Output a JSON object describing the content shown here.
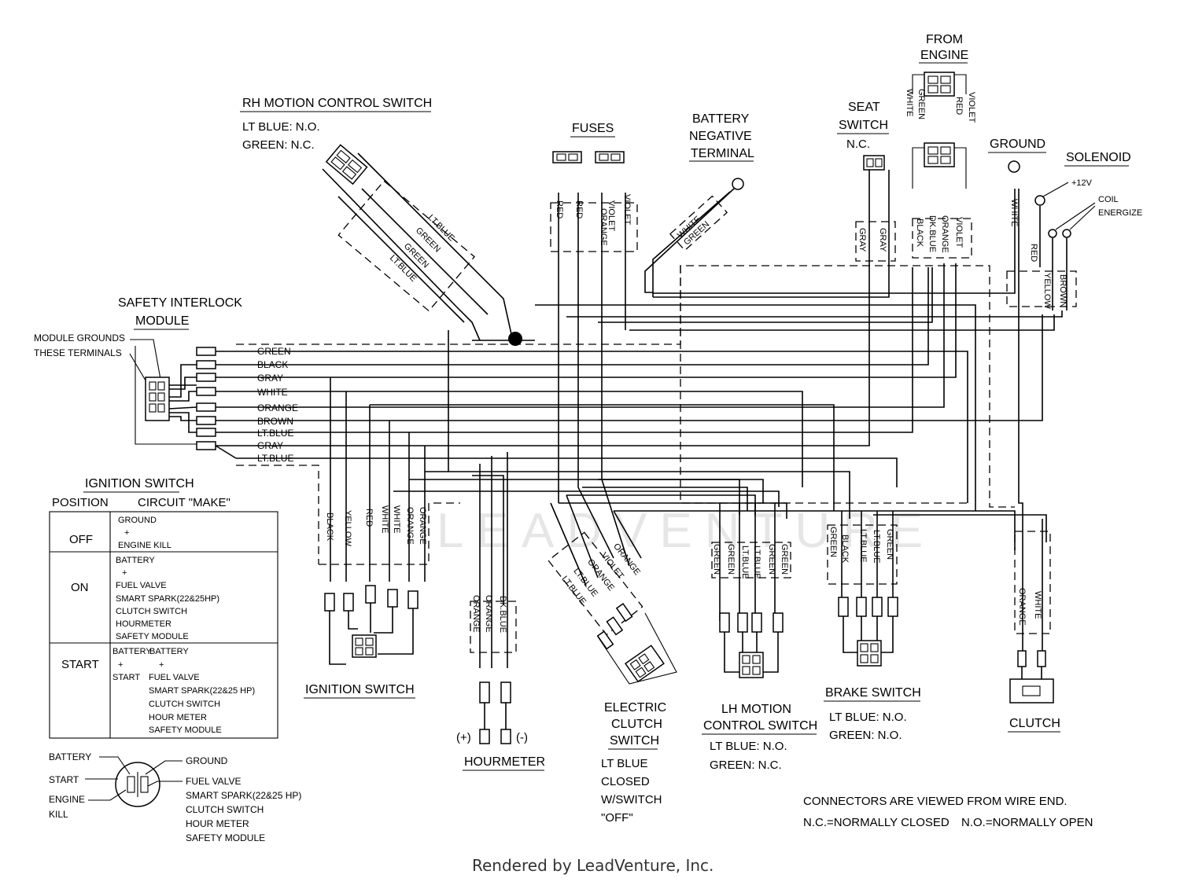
{
  "labels": {
    "from_engine": [
      "FROM",
      "ENGINE"
    ],
    "from_engine_wires": [
      "WHITE",
      "GREEN",
      "RED",
      "VIOLET"
    ],
    "rh_motion": "RH MOTION CONTROL SWITCH",
    "rh_lt_blue": "LT BLUE: N.O.",
    "rh_green": "GREEN: N.C.",
    "rh_wires": [
      "LT.BLUE",
      "GREEN",
      "GREEN",
      "LT.BLUE"
    ],
    "fuses": "FUSES",
    "fuse_wires": [
      "RED",
      "RED",
      "VIOLET",
      "ORANGE",
      "VIOLET"
    ],
    "battery_neg": [
      "BATTERY",
      "NEGATIVE",
      "TERMINAL"
    ],
    "battery_neg_wires": [
      "WHITE",
      "GREEN"
    ],
    "seat_switch": [
      "SEAT",
      "SWITCH",
      "N.C."
    ],
    "seat_wires": [
      "GRAY",
      "GRAY"
    ],
    "engine_conn_wires": [
      "BLACK",
      "DK.BLUE",
      "ORANGE",
      "VIOLET"
    ],
    "ground": "GROUND",
    "ground_wire": "WHITE",
    "solenoid": "SOLENOID",
    "plus12v": "+12V",
    "coil_energize": [
      "COIL",
      "ENERGIZE"
    ],
    "solenoid_wires": [
      "RED",
      "YELLOW",
      "BROWN"
    ],
    "safety_module": [
      "SAFETY INTERLOCK",
      "MODULE"
    ],
    "module_grounds": [
      "MODULE GROUNDS",
      "THESE TERMINALS"
    ],
    "module_wires": [
      "GREEN",
      "BLACK",
      "GRAY",
      "WHITE",
      "ORANGE",
      "BROWN",
      "LT.BLUE",
      "GRAY",
      "LT.BLUE"
    ],
    "ign_title": "IGNITION SWITCH",
    "ign_position": "POSITION",
    "ign_circuit": "CIRCUIT \"MAKE\"",
    "ign_off": "OFF",
    "ign_off_lines": [
      "GROUND",
      "+",
      "ENGINE KILL"
    ],
    "ign_on": "ON",
    "ign_on_lines": [
      "BATTERY",
      "+",
      "FUEL VALVE",
      "SMART SPARK(22&25HP)",
      "CLUTCH SWITCH",
      "HOURMETER",
      "SAFETY MODULE"
    ],
    "ign_start": "START",
    "ign_start_left": [
      "BATTERY",
      "+",
      "START"
    ],
    "ign_start_right": [
      "BATTERY",
      "+",
      "FUEL VALVE",
      "SMART SPARK(22&25 HP)",
      "CLUTCH SWITCH",
      "HOUR METER",
      "SAFETY MODULE"
    ],
    "ign_switch_wires": [
      "BLACK",
      "YELLOW",
      "RED",
      "WHITE",
      "WHITE",
      "ORANGE",
      "ORANGE"
    ],
    "ign_switch_label": "IGNITION SWITCH",
    "key_battery": "BATTERY",
    "key_start": "START",
    "key_engine_kill": [
      "ENGINE",
      "KILL"
    ],
    "key_ground": "GROUND",
    "key_right": [
      "FUEL VALVE",
      "SMART SPARK(22&25 HP)",
      "CLUTCH SWITCH",
      "HOUR METER",
      "SAFETY MODULE"
    ],
    "hourmeter_wires": [
      "ORANGE",
      "ORANGE",
      "DK.BLUE"
    ],
    "hourmeter_plus": "(+)",
    "hourmeter_minus": "(-)",
    "hourmeter": "HOURMETER",
    "clutch_switch_wires": [
      "LT.BLUE",
      "LT.BLUE",
      "ORANGE",
      "VIOLET",
      "ORANGE"
    ],
    "electric_clutch": [
      "ELECTRIC",
      "CLUTCH",
      "SWITCH"
    ],
    "clutch_note": [
      "LT BLUE",
      "CLOSED",
      "W/SWITCH",
      "\"OFF\""
    ],
    "lh_wires": [
      "GREEN",
      "GREEN",
      "LT.BLUE",
      "LT.BLUE",
      "GREEN",
      "GREEN"
    ],
    "lh_motion": [
      "LH MOTION",
      "CONTROL SWITCH"
    ],
    "lh_lt_blue": "LT BLUE: N.O.",
    "lh_green": "GREEN: N.C.",
    "brake_wires": [
      "GREEN",
      "BLACK",
      "LT.BLUE",
      "LT.BLUE",
      "GREEN"
    ],
    "brake_switch": "BRAKE SWITCH",
    "brake_lt_blue": "LT BLUE: N.O.",
    "brake_green": "GREEN: N.O.",
    "clutch_wires": [
      "ORANGE",
      "WHITE"
    ],
    "clutch": "CLUTCH",
    "note_connectors": "CONNECTORS ARE VIEWED FROM WIRE END.",
    "note_nc": "N.C.=NORMALLY CLOSED",
    "note_no": "N.O.=NORMALLY OPEN",
    "watermark": "LEADVENTURE",
    "footer": "Rendered by LeadVenture, Inc."
  }
}
